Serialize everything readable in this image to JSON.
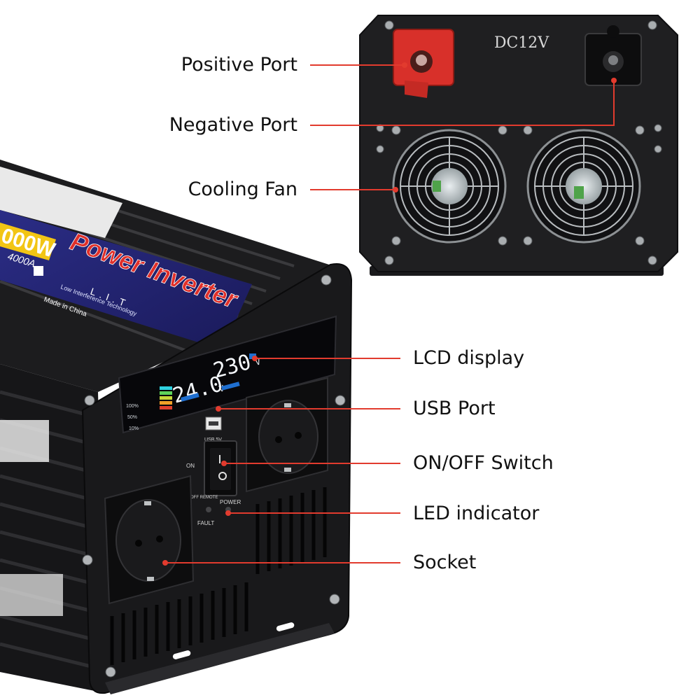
{
  "callouts": {
    "positive_port": "Positive Port",
    "negative_port": "Negative Port",
    "cooling_fan": "Cooling Fan",
    "lcd_display": "LCD display",
    "usb_port": "USB Port",
    "onoff_switch": "ON/OFF Switch",
    "led_indicator": "LED indicator",
    "socket": "Socket"
  },
  "rear_panel": {
    "voltage_label": "DC12V"
  },
  "front_panel": {
    "brand_title": "Power Inverter",
    "model_fragment": "000W",
    "model_sub": "4000A",
    "maker_mark": "L.I.T",
    "tech_line": "Low Interference Technology",
    "origin": "Made in China",
    "lcd_input_value": "24.0",
    "lcd_input_unit": "V",
    "lcd_output_value": "230",
    "lcd_output_unit": "V",
    "usb_label": "USB 5V",
    "switch_on": "ON",
    "switch_off_remote": "OFF REMOTE",
    "power_led_label": "POWER",
    "fault_led_label": "FAULT",
    "battery_levels": [
      "100%",
      "50%",
      "10%"
    ]
  },
  "colors": {
    "accent_red": "#e23b2e",
    "case_black": "#1b1b1d",
    "terminal_red": "#d8302a"
  }
}
